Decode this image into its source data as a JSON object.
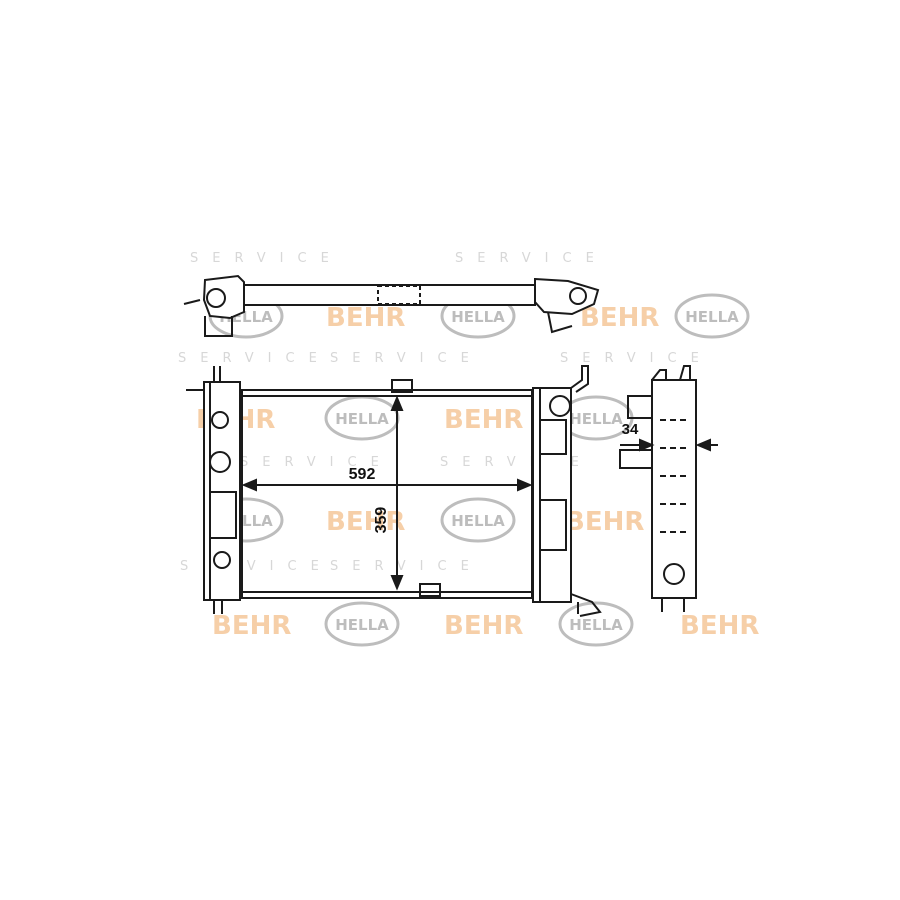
{
  "drawing": {
    "dimension_width": "592",
    "dimension_height": "359",
    "dimension_depth": "34"
  },
  "watermark": {
    "brand_behr": "BEHR",
    "brand_hella": "HELLA",
    "service_word": "SERVICE"
  },
  "colors": {
    "line": "#1a1a1a",
    "behr_watermark": "#f6cfa8",
    "hella_watermark": "#bdbdbd",
    "service_watermark": "#d7d7d7"
  }
}
